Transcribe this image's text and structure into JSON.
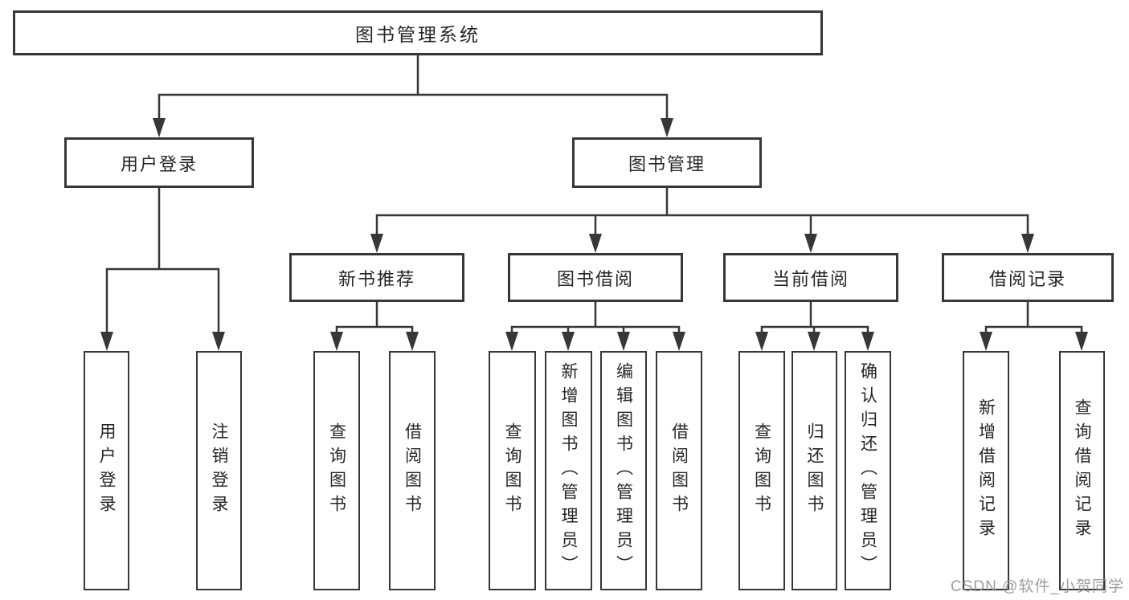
{
  "nodes": {
    "root": "图书管理系统",
    "user_login": "用户登录",
    "book_mgmt": "图书管理",
    "new_book_rec": "新书推荐",
    "book_borrow": "图书借阅",
    "current_borrow": "当前借阅",
    "borrow_record": "借阅记录"
  },
  "leaves": {
    "user_login": [
      "用户登录",
      "注销登录"
    ],
    "new_book_rec": [
      "查询图书",
      "借阅图书"
    ],
    "book_borrow": [
      "查询图书",
      "新增图书（管理员）",
      "编辑图书（管理员）",
      "借阅图书"
    ],
    "current_borrow": [
      "查询图书",
      "归还图书",
      "确认归还（管理员）"
    ],
    "borrow_record": [
      "新增借阅记录",
      "查询借阅记录"
    ]
  },
  "watermark": "CSDN @软件_小贺同学",
  "colors": {
    "line": "#373737",
    "text": "#262626",
    "box_background": "#ffffff",
    "watermark": "#969696"
  }
}
